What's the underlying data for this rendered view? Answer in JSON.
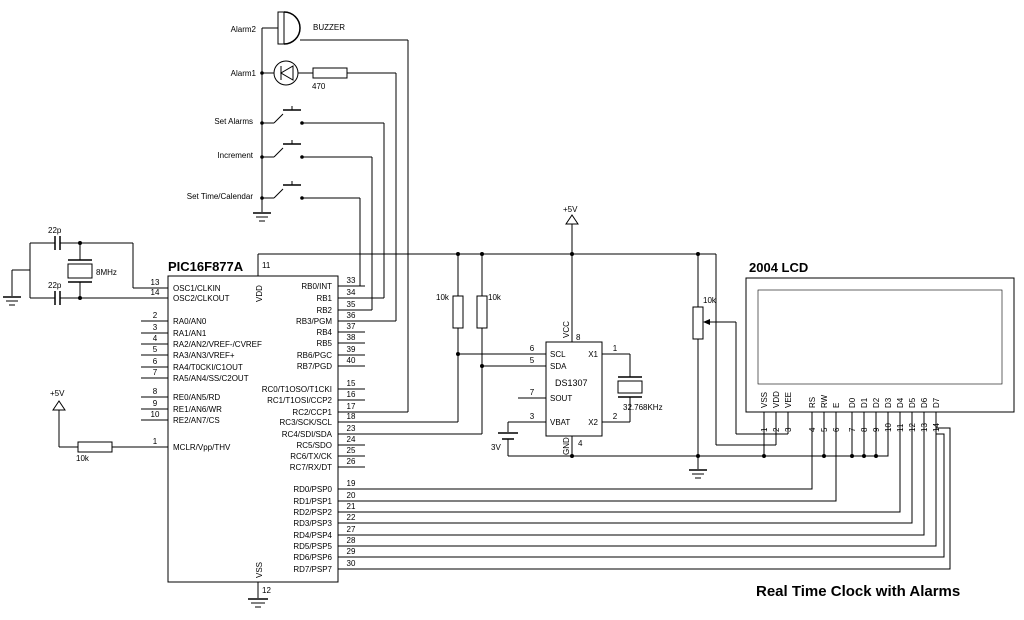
{
  "title": "Real Time Clock with Alarms",
  "mcu": {
    "name": "PIC16F877A",
    "vdd_label": "VDD",
    "vdd_pin": "11",
    "vss_label": "VSS",
    "vss_pin": "12",
    "left_pins": [
      {
        "num": "13",
        "name": "OSC1/CLKIN"
      },
      {
        "num": "14",
        "name": "OSC2/CLKOUT"
      },
      {
        "num": "2",
        "name": "RA0/AN0"
      },
      {
        "num": "3",
        "name": "RA1/AN1"
      },
      {
        "num": "4",
        "name": "RA2/AN2/VREF-/CVREF"
      },
      {
        "num": "5",
        "name": "RA3/AN3/VREF+"
      },
      {
        "num": "6",
        "name": "RA4/T0CKI/C1OUT"
      },
      {
        "num": "7",
        "name": "RA5/AN4/SS/C2OUT"
      },
      {
        "num": "8",
        "name": "RE0/AN5/RD"
      },
      {
        "num": "9",
        "name": "RE1/AN6/WR"
      },
      {
        "num": "10",
        "name": "RE2/AN7/CS"
      },
      {
        "num": "1",
        "name": "MCLR/Vpp/THV"
      }
    ],
    "right_pins": [
      {
        "num": "33",
        "name": "RB0/INT"
      },
      {
        "num": "34",
        "name": "RB1"
      },
      {
        "num": "35",
        "name": "RB2"
      },
      {
        "num": "36",
        "name": "RB3/PGM"
      },
      {
        "num": "37",
        "name": "RB4"
      },
      {
        "num": "38",
        "name": "RB5"
      },
      {
        "num": "39",
        "name": "RB6/PGC"
      },
      {
        "num": "40",
        "name": "RB7/PGD"
      },
      {
        "num": "15",
        "name": "RC0/T1OSO/T1CKI"
      },
      {
        "num": "16",
        "name": "RC1/T1OSI/CCP2"
      },
      {
        "num": "17",
        "name": "RC2/CCP1"
      },
      {
        "num": "18",
        "name": "RC3/SCK/SCL"
      },
      {
        "num": "23",
        "name": "RC4/SDI/SDA"
      },
      {
        "num": "24",
        "name": "RC5/SDO"
      },
      {
        "num": "25",
        "name": "RC6/TX/CK"
      },
      {
        "num": "26",
        "name": "RC7/RX/DT"
      },
      {
        "num": "19",
        "name": "RD0/PSP0"
      },
      {
        "num": "20",
        "name": "RD1/PSP1"
      },
      {
        "num": "21",
        "name": "RD2/PSP2"
      },
      {
        "num": "22",
        "name": "RD3/PSP3"
      },
      {
        "num": "27",
        "name": "RD4/PSP4"
      },
      {
        "num": "28",
        "name": "RD5/PSP5"
      },
      {
        "num": "29",
        "name": "RD6/PSP6"
      },
      {
        "num": "30",
        "name": "RD7/PSP7"
      }
    ]
  },
  "crystal": {
    "label": "8MHz",
    "cap1": "22p",
    "cap2": "22p"
  },
  "mclr": {
    "supply": "+5V",
    "resistor": "10k"
  },
  "inputs": {
    "alarm2": "Alarm2",
    "buzzer": "BUZZER",
    "alarm1": "Alarm1",
    "led_resistor": "470",
    "set_alarms": "Set Alarms",
    "increment": "Increment",
    "set_time": "Set Time/Calendar"
  },
  "pullups": {
    "r1": "10k",
    "r2": "10k"
  },
  "rtc": {
    "name": "DS1307",
    "supply": "+5V",
    "vcc_label": "VCC",
    "vcc_pin": "8",
    "gnd_label": "GND",
    "gnd_pin": "4",
    "pins_left": [
      {
        "num": "6",
        "name": "SCL"
      },
      {
        "num": "5",
        "name": "SDA"
      },
      {
        "num": "7",
        "name": "SOUT"
      },
      {
        "num": "3",
        "name": "VBAT"
      }
    ],
    "pins_right": [
      {
        "num": "1",
        "name": "X1"
      },
      {
        "num": "2",
        "name": "X2"
      }
    ],
    "crystal": "32.768KHz",
    "battery": "3V"
  },
  "lcd": {
    "title": "2004 LCD",
    "pot": "10k",
    "pins": [
      {
        "name": "VSS",
        "num": "1"
      },
      {
        "name": "VDD",
        "num": "2"
      },
      {
        "name": "VEE",
        "num": "3"
      },
      {
        "name": "RS",
        "num": "4"
      },
      {
        "name": "RW",
        "num": "5"
      },
      {
        "name": "E",
        "num": "6"
      },
      {
        "name": "D0",
        "num": "7"
      },
      {
        "name": "D1",
        "num": "8"
      },
      {
        "name": "D2",
        "num": "9"
      },
      {
        "name": "D3",
        "num": "10"
      },
      {
        "name": "D4",
        "num": "11"
      },
      {
        "name": "D5",
        "num": "12"
      },
      {
        "name": "D6",
        "num": "13"
      },
      {
        "name": "D7",
        "num": "14"
      }
    ]
  }
}
